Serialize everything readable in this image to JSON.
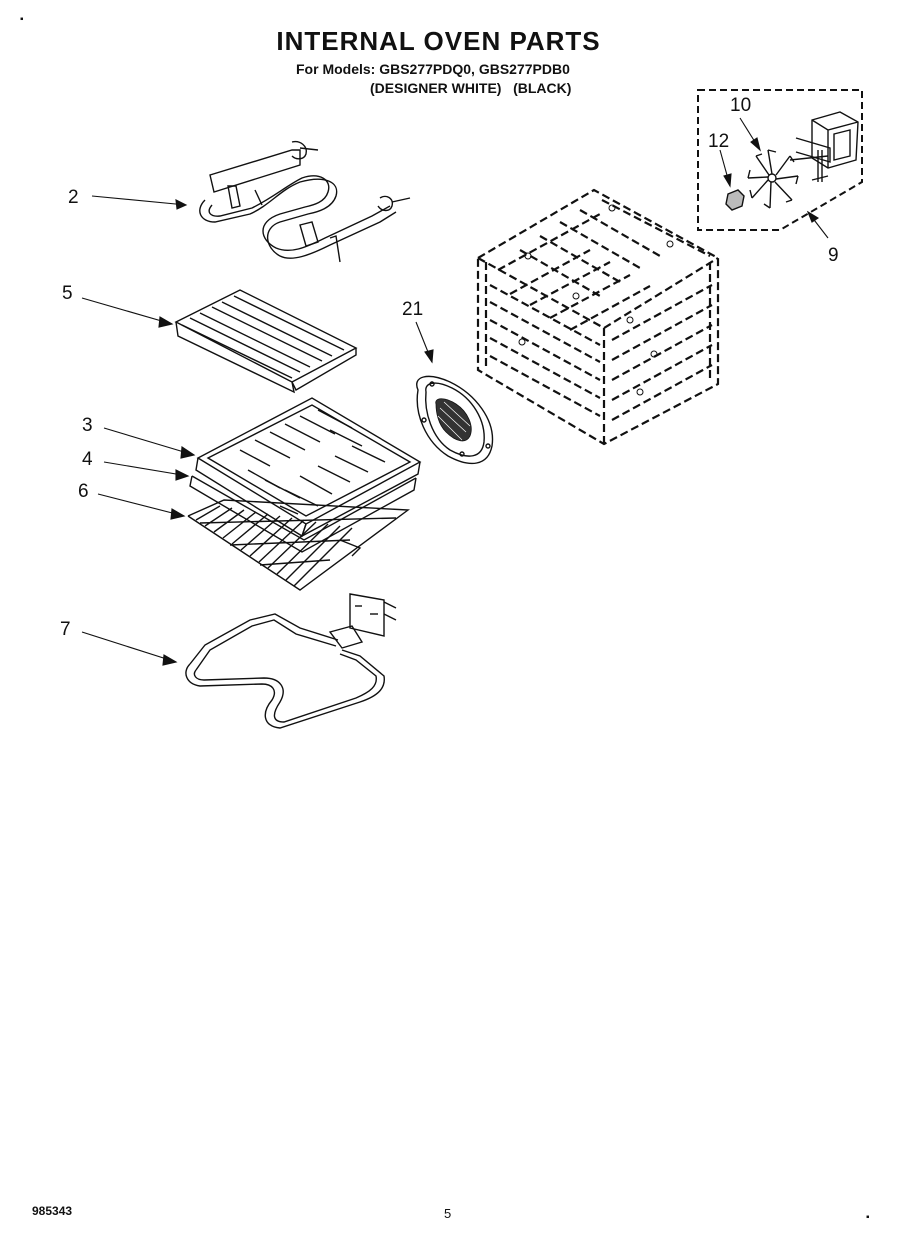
{
  "header": {
    "title": "INTERNAL OVEN PARTS",
    "models_line": "For Models: GBS277PDQ0, GBS277PDB0",
    "colors_line": "(DESIGNER WHITE)   (BLACK)"
  },
  "callouts": {
    "c2": "2",
    "c3": "3",
    "c4": "4",
    "c5": "5",
    "c6": "6",
    "c7": "7",
    "c9": "9",
    "c10": "10",
    "c12": "12",
    "c21": "21"
  },
  "footer": {
    "code": "985343",
    "page": "5"
  }
}
